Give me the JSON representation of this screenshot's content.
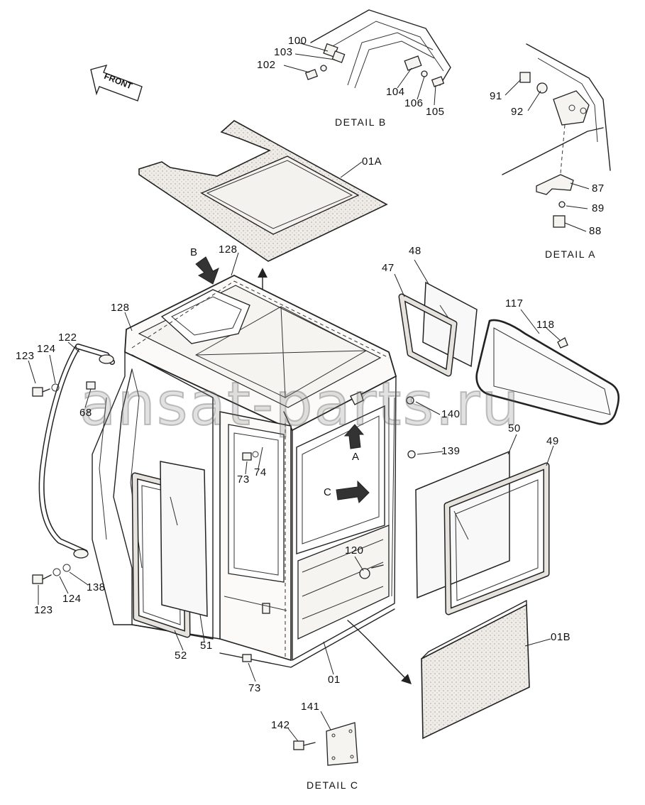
{
  "front_label": "FRONT",
  "watermark": "ansat-parts.ru",
  "details": {
    "a": "DETAIL A",
    "b": "DETAIL B",
    "c": "DETAIL C"
  },
  "view_arrows": {
    "a": "A",
    "b": "B",
    "c": "C"
  },
  "callouts": {
    "c01a": "01A",
    "c01b": "01B",
    "c01": "01",
    "c47": "47",
    "c48": "48",
    "c49": "49",
    "c50": "50",
    "c51": "51",
    "c52": "52",
    "c68": "68",
    "c73a": "73",
    "c73b": "73",
    "c74": "74",
    "c87": "87",
    "c88": "88",
    "c89": "89",
    "c91": "91",
    "c92": "92",
    "c100": "100",
    "c102": "102",
    "c103": "103",
    "c104": "104",
    "c105": "105",
    "c106": "106",
    "c117": "117",
    "c118": "118",
    "c120": "120",
    "c122": "122",
    "c123a": "123",
    "c123b": "123",
    "c124a": "124",
    "c124b": "124",
    "c128a": "128",
    "c128b": "128",
    "c138": "138",
    "c139": "139",
    "c140": "140",
    "c141": "141",
    "c142": "142"
  }
}
